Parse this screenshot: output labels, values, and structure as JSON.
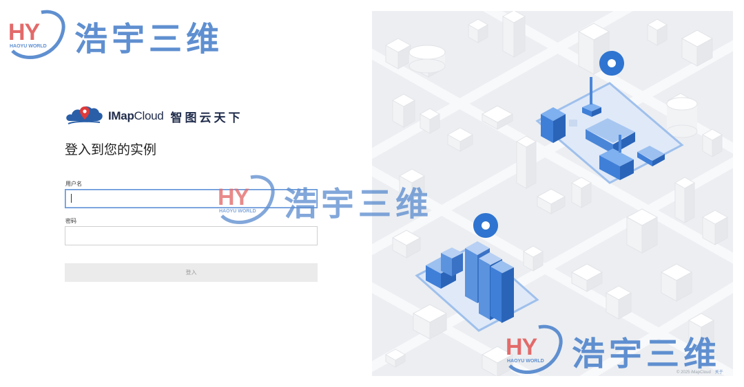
{
  "brand": {
    "name_bold": "IMap",
    "name_thin": "Cloud",
    "slogan": "智图云天下"
  },
  "login": {
    "heading": "登入到您的实例",
    "username_label": "用户名",
    "username_value": "",
    "password_label": "密码",
    "password_value": "",
    "submit_label": "登入"
  },
  "footer": {
    "copyright": "© 2025 iMapCloud",
    "about": "关于"
  },
  "watermark": {
    "logo_text": "HY",
    "logo_subtext": "HAOYU WORLD",
    "text": "浩宇三维"
  },
  "colors": {
    "watermark_blue": "#5f8fd0",
    "watermark_red": "#e36a6a",
    "focus_border": "#5b8fd6",
    "button_bg": "#ebebeb",
    "illustration_bg": "#eceef1",
    "building_blue": "#3a7ad6",
    "pin_blue": "#2f74d0"
  },
  "icons": {
    "brand_logo": "cloud-pin-logo-icon",
    "map_pin": "map-pin-icon"
  }
}
